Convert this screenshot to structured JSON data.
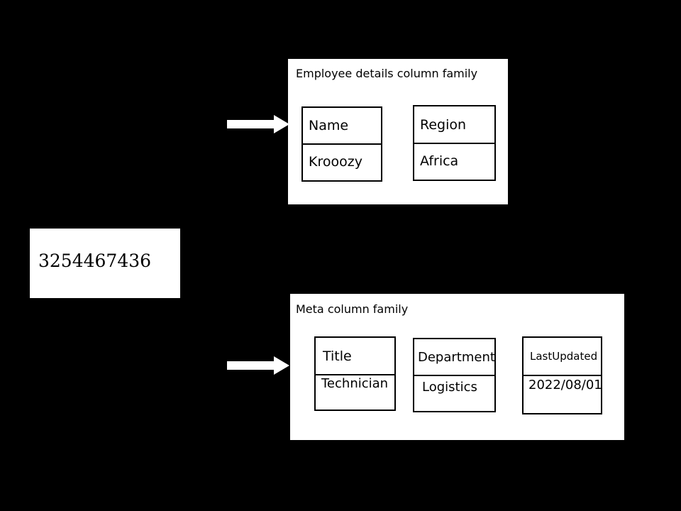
{
  "diagram": {
    "background_color": "#000000",
    "panel_color": "#ffffff",
    "line_color": "#000000",
    "arrow_color": "#ffffff"
  },
  "row_key": {
    "label": "3254467436"
  },
  "arrows": [
    {
      "name": "arrow-to-employee-details",
      "direction": "right"
    },
    {
      "name": "arrow-to-meta",
      "direction": "right"
    }
  ],
  "column_families": [
    {
      "title": "Employee details column family",
      "cells": [
        {
          "key": "Name",
          "value": "Krooozy"
        },
        {
          "key": "Region",
          "value": "Africa"
        }
      ]
    },
    {
      "title": "Meta column family",
      "cells": [
        {
          "key": "Title",
          "value": "Technician"
        },
        {
          "key": "Department",
          "value": "Logistics"
        },
        {
          "key": "LastUpdated",
          "value": "2022/08/01"
        }
      ]
    }
  ]
}
